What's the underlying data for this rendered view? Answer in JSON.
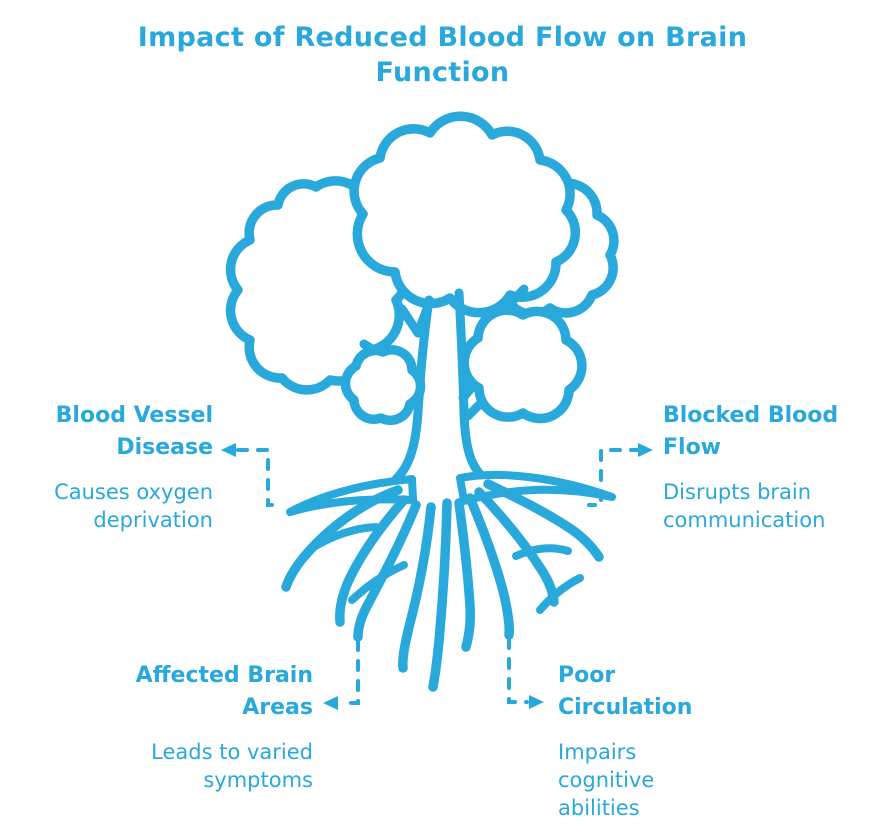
{
  "title": "Impact of Reduced Blood Flow on Brain Function",
  "theme": {
    "accent_blue": "#29a8dc",
    "background": "#ffffff"
  },
  "illustration": {
    "name": "tree-with-roots",
    "style": "hand-drawn blue outline tree: cloud-shaped canopy, trunk with branches, spreading roots"
  },
  "nodes": [
    {
      "id": "blood-vessel-disease",
      "label": "Blood Vessel Disease",
      "description": "Causes oxygen deprivation",
      "position": "left",
      "connector": "dashed elbow with arrow pointing left to label"
    },
    {
      "id": "blocked-blood-flow",
      "label": "Blocked Blood Flow",
      "description": "Disrupts brain communication",
      "position": "right",
      "connector": "dashed elbow with arrow pointing right to label"
    },
    {
      "id": "affected-brain-areas",
      "label": "Affected Brain Areas",
      "description": "Leads to varied symptoms",
      "position": "bottom-left",
      "connector": "dashed elbow with arrow pointing left to label"
    },
    {
      "id": "poor-circulation",
      "label": "Poor Circulation",
      "description": "Impairs cognitive abilities",
      "position": "bottom-right",
      "connector": "dashed elbow with arrow pointing right to label"
    }
  ]
}
